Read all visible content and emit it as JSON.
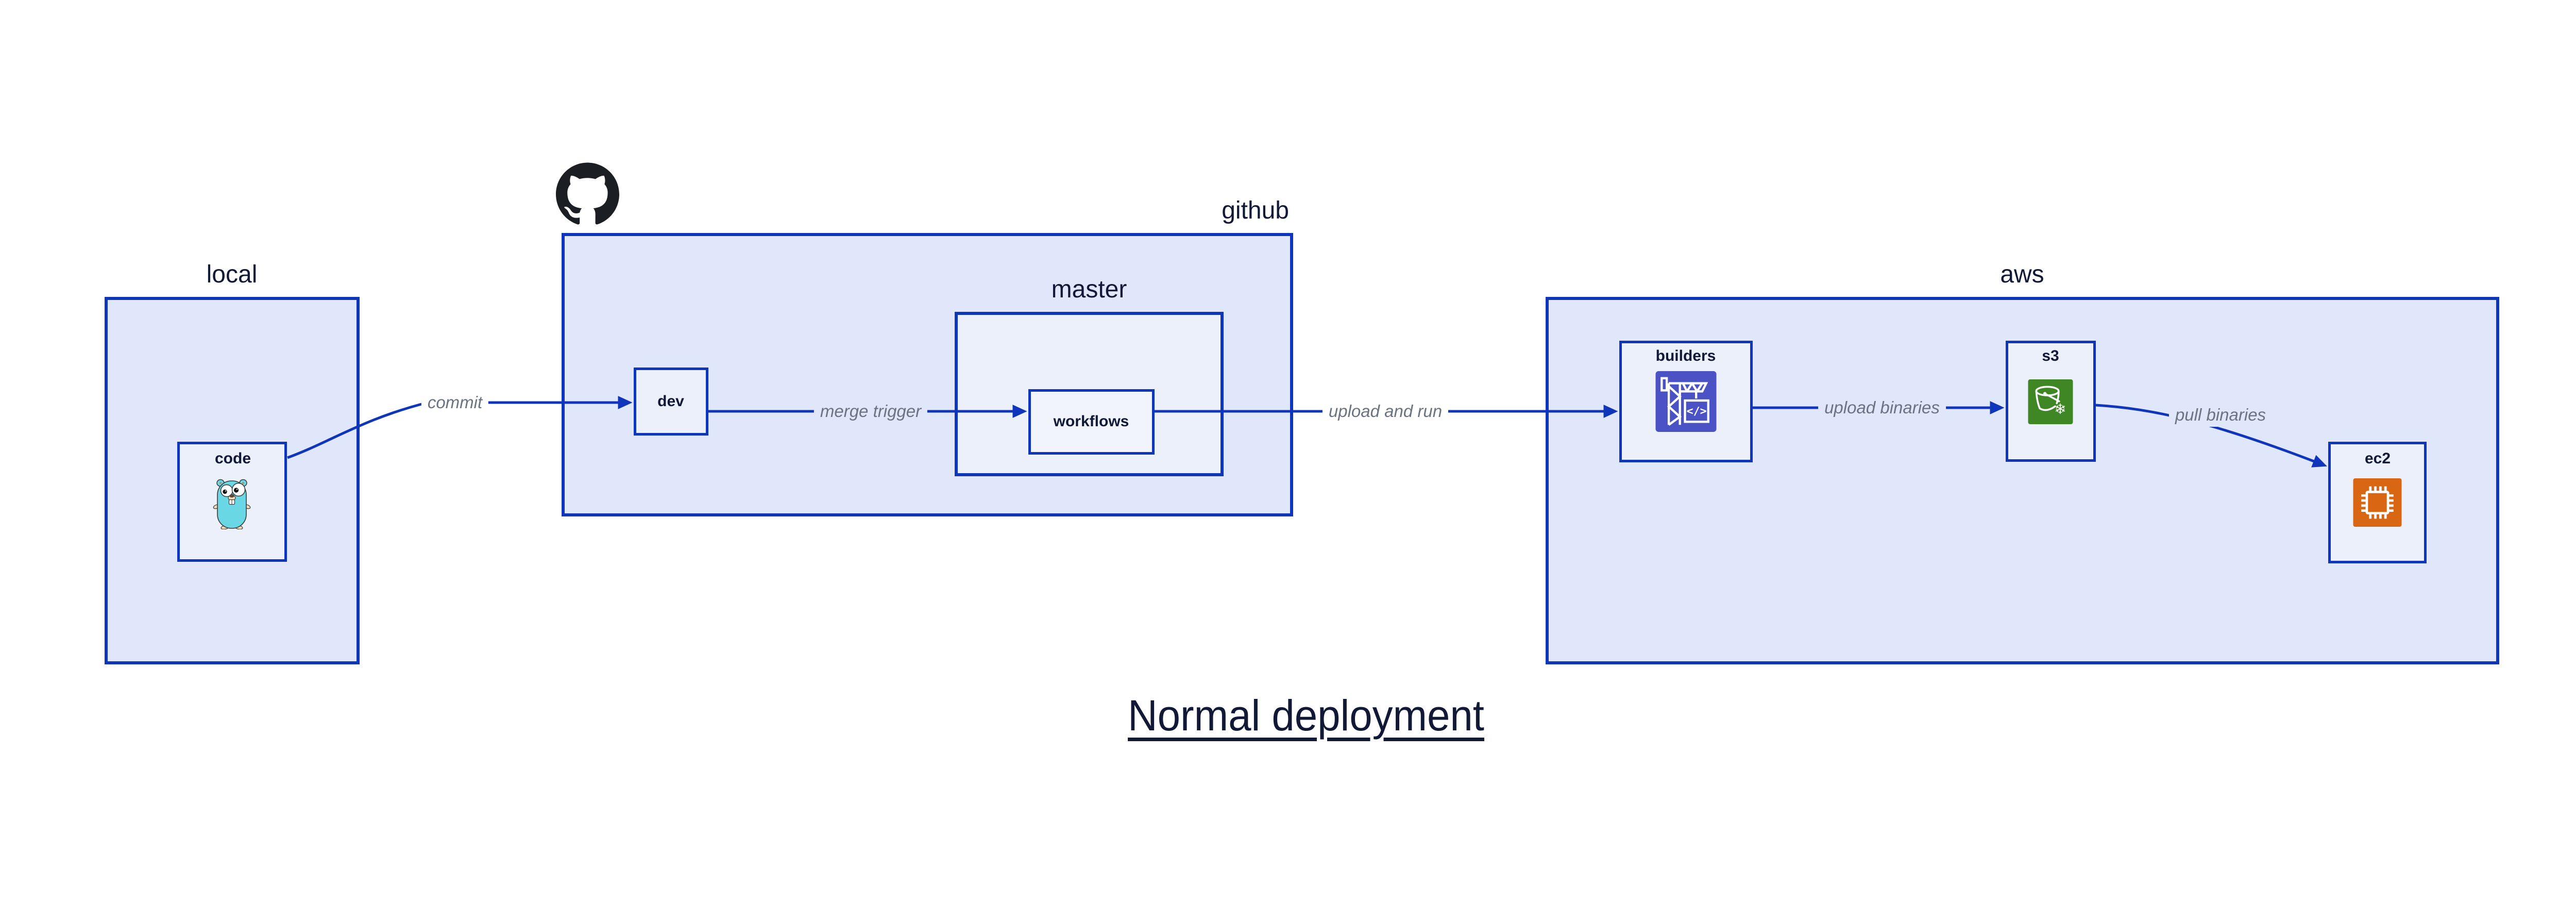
{
  "title": {
    "text": "Normal deployment"
  },
  "containers": {
    "local": {
      "label": "local"
    },
    "github": {
      "label": "github"
    },
    "master": {
      "label": "master"
    },
    "aws": {
      "label": "aws"
    }
  },
  "nodes": {
    "code": {
      "label": "code"
    },
    "dev": {
      "label": "dev"
    },
    "workflows": {
      "label": "workflows"
    },
    "builders": {
      "label": "builders"
    },
    "s3": {
      "label": "s3"
    },
    "ec2": {
      "label": "ec2"
    }
  },
  "edges": {
    "commit": {
      "label": "commit"
    },
    "merge_trigger": {
      "label": "merge trigger"
    },
    "upload_and_run": {
      "label": "upload and run"
    },
    "upload_binaries": {
      "label": "upload binaries"
    },
    "pull_binaries": {
      "label": "pull binaries"
    }
  },
  "icons": {
    "gopher": "go-gopher-icon",
    "octocat": "github-octocat-icon",
    "builders": "codebuild-crane-icon",
    "s3": "s3-glacier-bucket-icon",
    "ec2": "ec2-chip-icon",
    "s3_snowflake_glyph": "❄"
  },
  "colors": {
    "border": "#0f35bb",
    "container_fill": "#e1e7fa",
    "node_fill": "#ecf0fb",
    "workflows_fill": "#f1f4fd",
    "text": "#111936",
    "edge_label": "#6b7280",
    "codebuild_purple": "#4b53c4",
    "s3_green": "#3f8624",
    "ec2_orange": "#d86613",
    "octocat_black": "#1b1f23",
    "gopher_teal": "#6ad7e5",
    "gopher_tan": "#f7d9b0",
    "page_bg": "#ffffff"
  }
}
